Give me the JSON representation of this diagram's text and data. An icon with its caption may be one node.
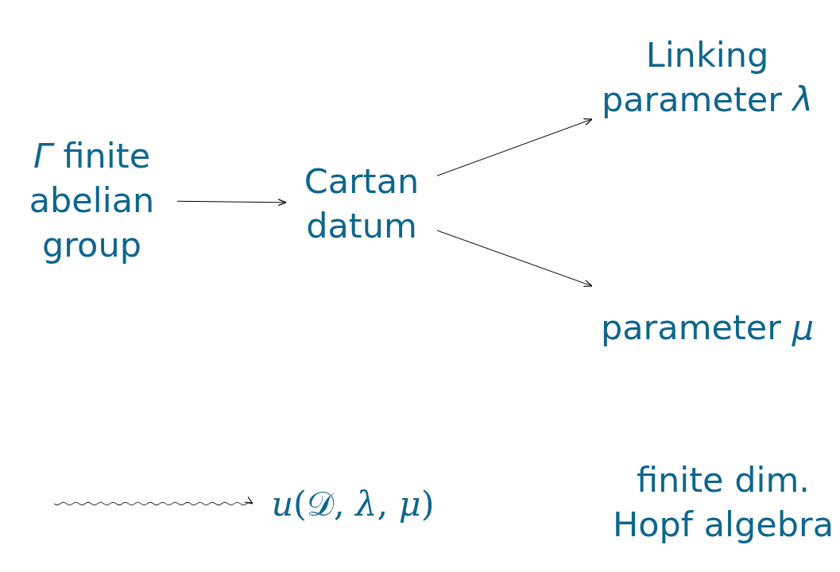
{
  "diagram": {
    "nodes": [
      {
        "text": [
          "*Γ* finite abelian group"
        ]
      },
      {
        "text": [
          "Cartan datum"
        ]
      },
      {
        "text": [
          "Linking parameter *λ*"
        ]
      },
      {
        "text": [
          "parameter *μ*"
        ]
      },
      {
        "text": [
          "*u*(𝒟, *λ*, *μ*)"
        ]
      },
      {
        "text": [
          "finite dim. Hopf algebra"
        ]
      }
    ],
    "edges": [
      {
        "from": 0,
        "to": 1,
        "arrow": "to"
      },
      {
        "from": 1,
        "to": 2,
        "arrow": "to"
      },
      {
        "from": 1,
        "to": 3,
        "arrow": "to"
      },
      {
        "from": null,
        "to": 4,
        "arrow": "to"
      }
    ]
  }
}
